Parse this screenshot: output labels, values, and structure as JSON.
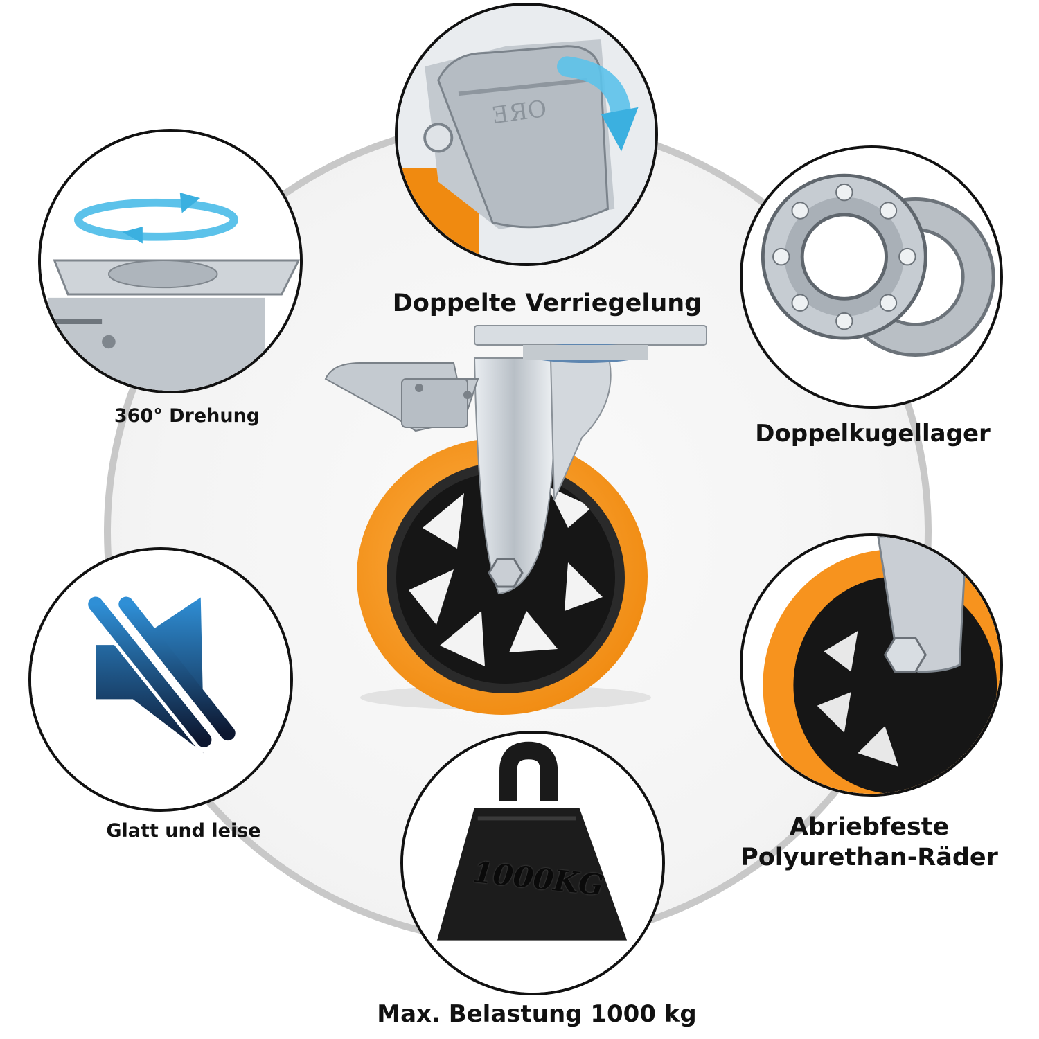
{
  "features": {
    "lock": {
      "label": "Doppelte Verriegelung"
    },
    "swivel": {
      "label": "360° Drehung"
    },
    "bearing": {
      "label": "Doppelkugellager"
    },
    "silent": {
      "label": "Glatt und leise"
    },
    "wheel": {
      "label_line1": "Abriebfeste",
      "label_line2": "Polyurethan-Räder"
    },
    "load": {
      "label": "Max. Belastung 1000 kg",
      "weight_text": "1000KG"
    }
  },
  "colors": {
    "accent_orange": "#f7931e",
    "steel": "#c9ced4",
    "rubber_black": "#1a1a1a",
    "arrow_blue": "#3bb0e0"
  }
}
